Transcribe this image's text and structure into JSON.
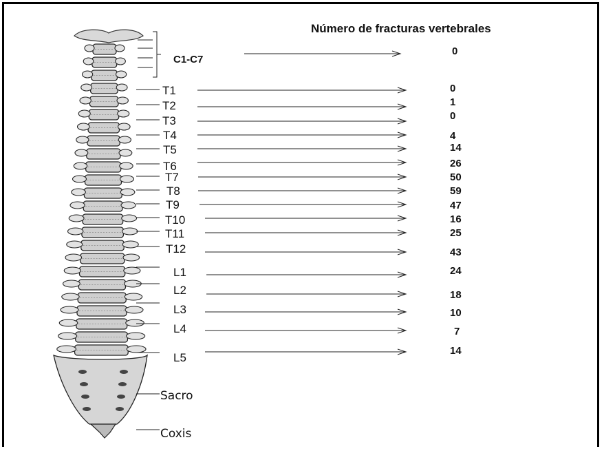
{
  "title": "Número de fracturas vertebrales",
  "cervical": {
    "label": "C1-C7",
    "value": "0"
  },
  "levels": [
    {
      "label": "T1",
      "value": "0"
    },
    {
      "label": "T2",
      "value": "1"
    },
    {
      "label": "T3",
      "value": "0"
    },
    {
      "label": "T4",
      "value": "4"
    },
    {
      "label": "T5",
      "value": "14"
    },
    {
      "label": "T6",
      "value": "26"
    },
    {
      "label": "T7",
      "value": "50"
    },
    {
      "label": "T8",
      "value": "59"
    },
    {
      "label": "T9",
      "value": "47"
    },
    {
      "label": "T10",
      "value": "16"
    },
    {
      "label": "T11",
      "value": "25"
    },
    {
      "label": "T12",
      "value": "43"
    },
    {
      "label": "L1",
      "value": "24"
    },
    {
      "label": "L2",
      "value": "18"
    },
    {
      "label": "L3",
      "value": "10"
    },
    {
      "label": "L4",
      "value": "7"
    },
    {
      "label": "L5",
      "value": "14"
    }
  ],
  "sacrum_label": "Sacro",
  "coccyx_label": "Coxis"
}
